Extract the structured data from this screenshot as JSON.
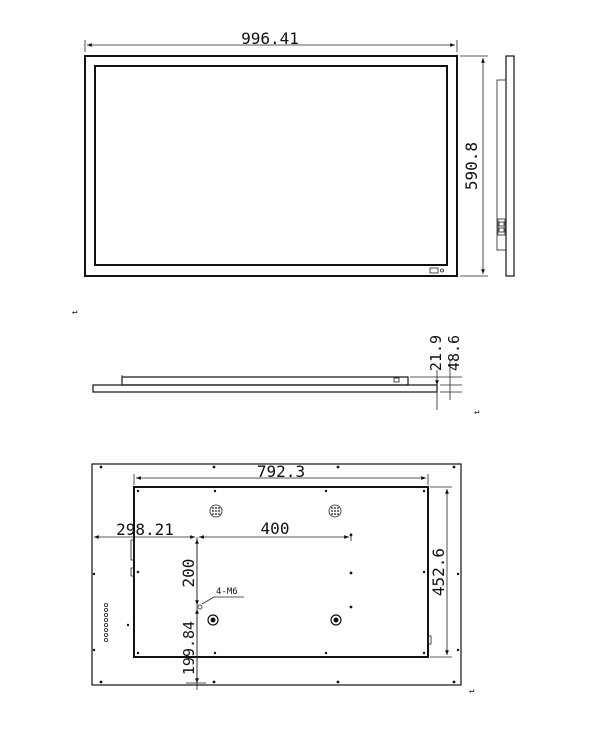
{
  "front_view": {
    "width_label": "996.41",
    "height_label": "590.8"
  },
  "side_view": {
    "dim_a": "21.9",
    "dim_b": "48.6"
  },
  "back_view": {
    "width_label": "792.3",
    "height_label": "452.6",
    "offset_label": "298.21",
    "vesa_h_label": "400",
    "vesa_v_label": "200",
    "bottom_offset_label": "199.84",
    "screw_label": "4-M6"
  },
  "marks": {
    "return_symbol": "↵"
  }
}
